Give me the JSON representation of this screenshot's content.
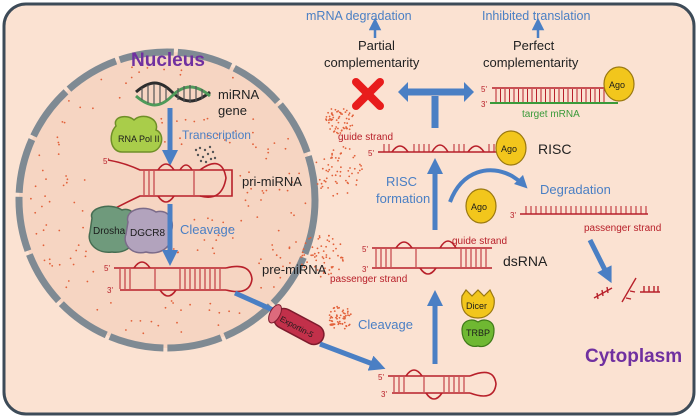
{
  "colors": {
    "cell_fill": "#fbe2d2",
    "cell_border": "#3d4b58",
    "nucleus_fill": "#f6d5c2",
    "nucleus_border": "#7f8a93",
    "dots": "#e2613a",
    "rna": "#b8202a",
    "arrow": "#4a7fc4",
    "blue_text": "#4a7fc4",
    "title_purple": "#7030a0",
    "ago_fill": "#f2c61c",
    "ago_border": "#9a7810",
    "pol_fill": "#a9cd4a",
    "drosha_fill": "#6f9a7c",
    "dgcr8_fill": "#b2a3bd",
    "dicer_fill": "#f2c61c",
    "trbp_fill": "#6fb832",
    "exportin_fill": "#c2304a",
    "target_mrna": "#3a9a3a",
    "cross": "#e81c1c"
  },
  "labels": {
    "nucleus": "Nucleus",
    "cytoplasm": "Cytoplasm",
    "mirna_gene_1": "miRNA",
    "mirna_gene_2": "gene",
    "transcription": "Transcription",
    "pri_mirna": "pri-miRNA",
    "cleavage_nucleus": "Cleavage",
    "pre_mirna": "pre-miRNA",
    "cleavage_cytoplasm": "Cleavage",
    "dsrna": "dsRNA",
    "guide_strand_dsrna": "guide strand",
    "passenger_strand_dsrna": "passenger strand",
    "risc_formation_1": "RISC",
    "risc_formation_2": "formation",
    "degradation": "Degradation",
    "passenger_strand_free": "passenger strand",
    "risc": "RISC",
    "guide_strand_risc": "guide strand",
    "partial_1": "Partial",
    "partial_2": "complementarity",
    "perfect_1": "Perfect",
    "perfect_2": "complementarity",
    "mrna_degradation": "mRNA degradation",
    "inhibited_translation": "Inhibited translation",
    "target_mrna": "target mRNA",
    "five_prime": "5'",
    "three_prime": "3'"
  },
  "proteins": {
    "rna_pol": "RNA Pol II",
    "drosha": "Drosha",
    "dgcr8": "DGCR8",
    "exportin": "Exportin-5",
    "dicer": "Dicer",
    "trbp": "TRBP",
    "ago": "Ago"
  }
}
